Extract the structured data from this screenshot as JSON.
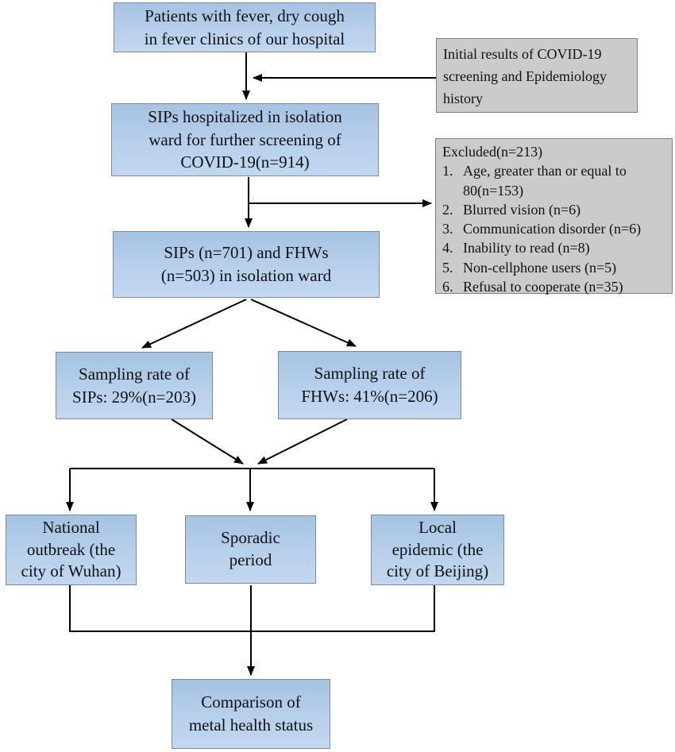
{
  "boxes": {
    "patients": "Patients with fever, dry cough\nin fever clinics of our hospital",
    "initial_results": "Initial results of COVID-19\nscreening and Epidemiology\nhistory",
    "hospitalized": "SIPs hospitalized in isolation\nward for further screening of\nCOVID-19(n=914)",
    "isolation_ward": "SIPs (n=701) and FHWs\n(n=503) in isolation ward",
    "sampling_sips": "Sampling rate of\nSIPs: 29%(n=203)",
    "sampling_fhws": "Sampling rate of\nFHWs: 41%(n=206)",
    "national_outbreak": "National\noutbreak (the\ncity of Wuhan)",
    "sporadic_period": "Sporadic\nperiod",
    "local_epidemic": "Local\nepidemic (the\ncity of Beijing)",
    "comparison": "Comparison of\nmetal health status"
  },
  "excluded": {
    "header": "Excluded(n=213)",
    "items": [
      {
        "num": "1.",
        "text": "Age, greater than or equal to 80(n=153)"
      },
      {
        "num": "2.",
        "text": "Blurred vision (n=6)"
      },
      {
        "num": "3.",
        "text": "Communication disorder (n=6)"
      },
      {
        "num": "4.",
        "text": "Inability to read (n=8)"
      },
      {
        "num": "5.",
        "text": "Non-cellphone users (n=5)"
      },
      {
        "num": "6.",
        "text": "Refusal to cooperate (n=35)"
      }
    ]
  },
  "colors": {
    "box_fill_top": "#a5c3e3",
    "box_fill_bottom": "#c2d7f0",
    "box_border": "#7d8da0",
    "gray_fill": "#cbcbcb",
    "gray_border": "#7f7f7f",
    "arrow": "#000000",
    "text": "#111111"
  }
}
